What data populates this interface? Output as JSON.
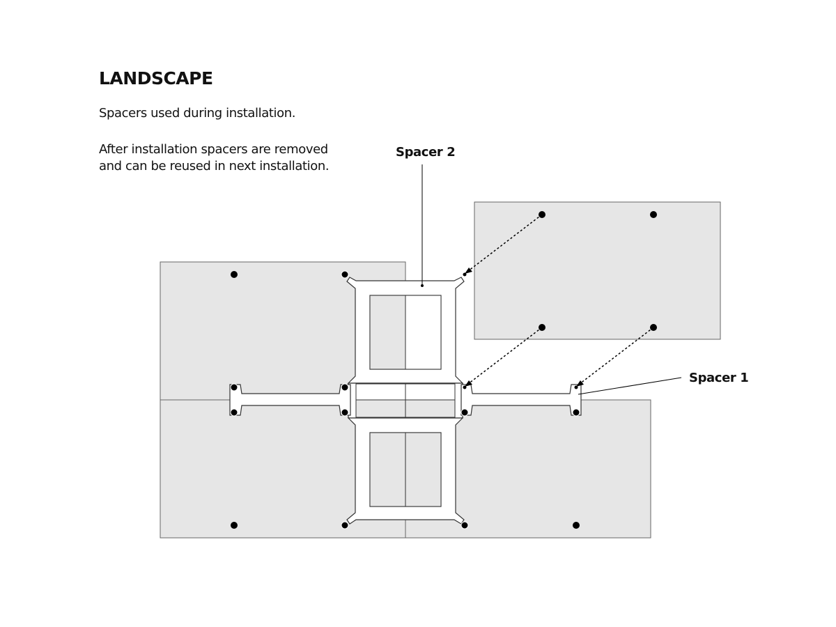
{
  "title": "LANDSCAPE",
  "intro": "Spacers used during installation.",
  "note_line1": "After installation spacers are removed",
  "note_line2": "and can be reused in next installation.",
  "labels": {
    "spacer2": "Spacer 2",
    "spacer1": "Spacer 1"
  },
  "colors": {
    "panel": "#e6e6e6",
    "stroke": "#555555",
    "dot": "#000000"
  }
}
